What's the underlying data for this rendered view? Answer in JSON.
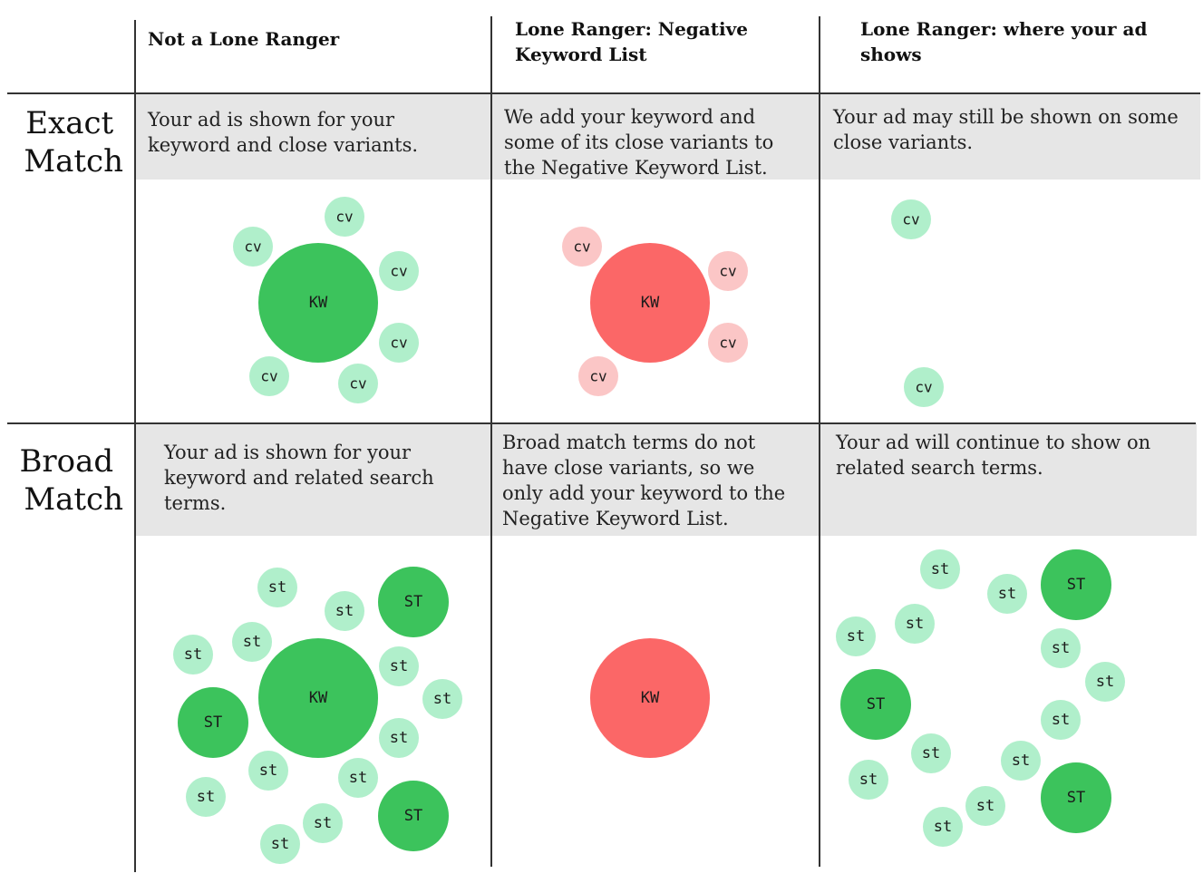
{
  "columns": [
    {
      "heading": [
        "Not a Lone Ranger"
      ]
    },
    {
      "heading": [
        "Lone Ranger: Negative",
        "Keyword List"
      ]
    },
    {
      "heading": [
        "Lone Ranger: where your ad",
        "shows"
      ]
    }
  ],
  "rows": [
    {
      "label": [
        "Exact",
        "Match"
      ],
      "cells": [
        [
          "Your ad is shown for your",
          "keyword and close variants."
        ],
        [
          "We add your keyword and",
          "some of its close variants to",
          "the Negative Keyword List."
        ],
        [
          "Your ad may still be shown on some",
          "close variants."
        ]
      ]
    },
    {
      "label": [
        "Broad",
        "Match"
      ],
      "cells": [
        [
          "Your ad is shown for your",
          "keyword and related search",
          "terms."
        ],
        [
          "Broad match terms do not",
          "have close variants, so we",
          "only add your keyword to the",
          "Negative Keyword List."
        ],
        [
          "Your ad will continue to show on",
          "related search terms."
        ]
      ]
    }
  ],
  "bubble_labels": {
    "keyword": "KW",
    "close_variant": "cv",
    "search_term": "st",
    "strong_search_term": "ST"
  },
  "colors": {
    "green_strong": "#3cc35c",
    "green_light": "#b0efcb",
    "red_strong": "#fb6767",
    "red_light": "#fbc6c6",
    "header_fill": "#e6e6e6",
    "grid_line": "#333333"
  }
}
